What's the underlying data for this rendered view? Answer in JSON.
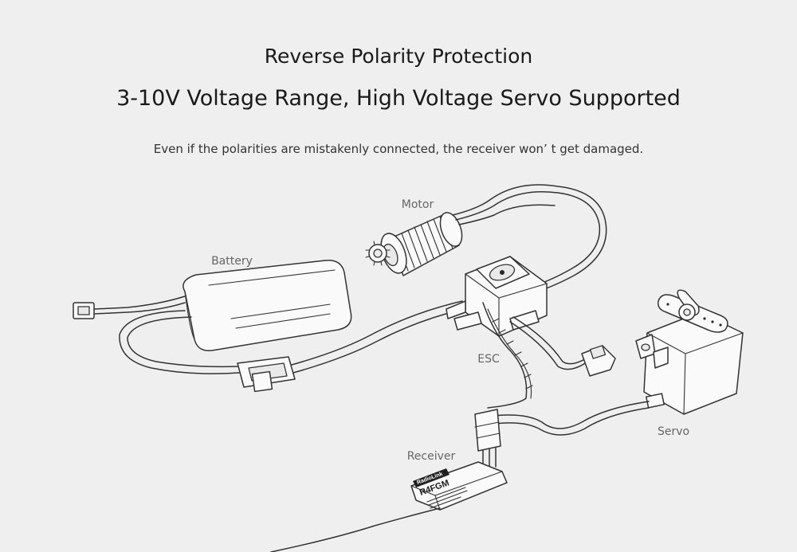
{
  "heading": {
    "line1": "Reverse Polarity Protection",
    "line2": "3-10V Voltage Range, High Voltage Servo Supported",
    "subtitle": "Even if the polarities are mistakenly connected, the receiver won’ t get damaged."
  },
  "labels": {
    "motor": "Motor",
    "battery": "Battery",
    "esc": "ESC",
    "servo": "Servo",
    "receiver": "Receiver"
  },
  "receiver_print": {
    "brand": "RadioLink",
    "model": "R4FGM"
  }
}
